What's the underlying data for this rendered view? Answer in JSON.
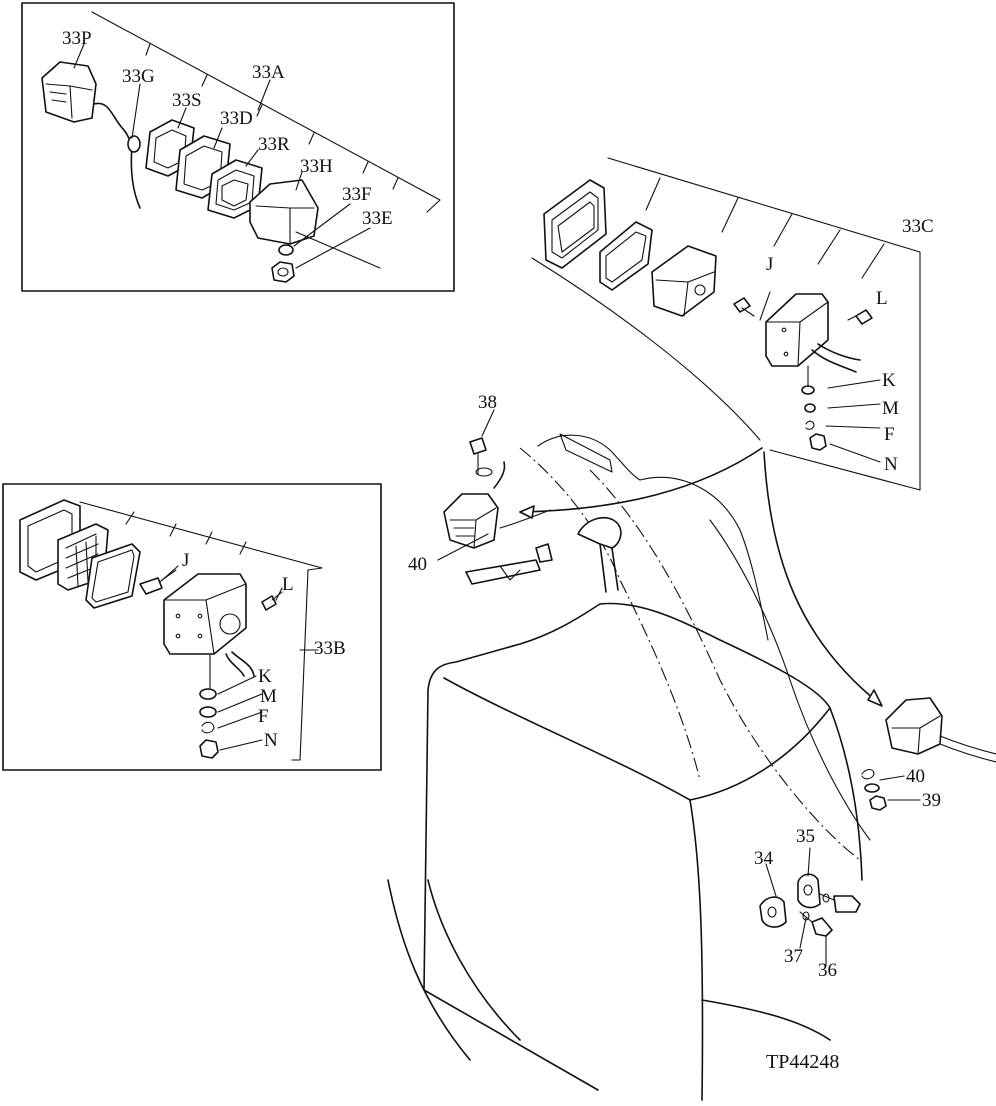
{
  "figure_id": "TP44248",
  "inset_top": {
    "labels": [
      "33P",
      "33G",
      "33A",
      "33S",
      "33D",
      "33R",
      "33H",
      "33F",
      "33E"
    ]
  },
  "inset_left": {
    "labels": [
      "J",
      "L",
      "33B",
      "K",
      "M",
      "F",
      "N"
    ]
  },
  "main": {
    "labels": [
      "33C",
      "J",
      "L",
      "K",
      "M",
      "F",
      "N",
      "38",
      "40",
      "40",
      "39",
      "35",
      "34",
      "37",
      "36"
    ]
  }
}
